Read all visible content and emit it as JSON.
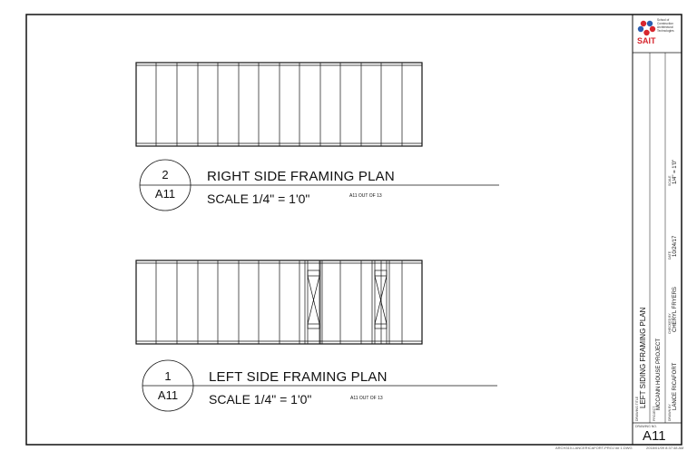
{
  "views": [
    {
      "number": "2",
      "sheet": "A11",
      "title": "RIGHT SIDE FRAMING PLAN",
      "scale": "SCALE 1/4\" = 1'0\"",
      "note": "A11 OUT OF 13"
    },
    {
      "number": "1",
      "sheet": "A11",
      "title": "LEFT SIDE FRAMING PLAN",
      "scale": "SCALE 1/4\" = 1'0\"",
      "note": "A11 OUT OF 13"
    }
  ],
  "title_block": {
    "logo_text": "SAIT",
    "school_lines": [
      "School of",
      "Construction",
      "Architectural",
      "Technologies"
    ],
    "drawing_title_label": "DRAWING TITLE",
    "drawing_title": "LEFT SIDING FRAMING PLAN",
    "project_label": "PROJECT",
    "project": "MCCANN HOUSE PROJECT",
    "drawn_by_label": "DRAWN BY",
    "drawn_by": "LANCE RICAFORT",
    "checked_by_label": "CHECKED BY",
    "checked_by": "CHERYL FRYERS",
    "date_label": "DATE",
    "date": "10/24/17",
    "scale_label": "SCALE",
    "scale": "1/4\" = 1'0\"",
    "drawing_no_label": "DRAWING NO.",
    "drawing_no": "A11"
  },
  "footer": {
    "file": "ARCH310-LANCERICAFORT-PROJ ## 1.DWG",
    "timestamp": "2018/01/09 8:37:48 AM"
  },
  "colors": {
    "line": "#111111",
    "logo_red": "#d7262e",
    "logo_blue": "#2a5db0"
  }
}
